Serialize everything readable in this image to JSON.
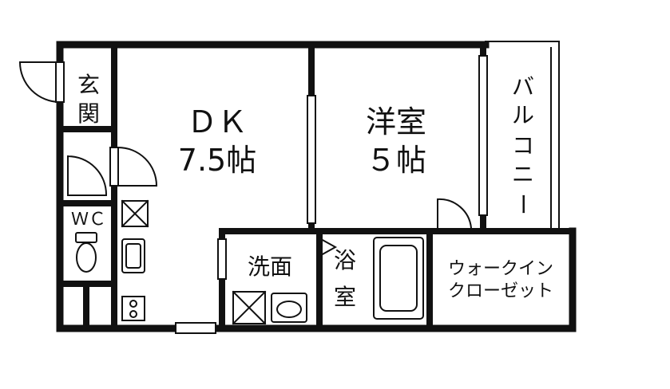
{
  "rooms": {
    "genkan": {
      "line1": "玄",
      "line2": "関"
    },
    "dk": {
      "name": "ＤＫ",
      "size": "7.5帖"
    },
    "youshitsu": {
      "name": "洋室",
      "size": "５帖"
    },
    "balcony": {
      "chars": [
        "バ",
        "ル",
        "コ",
        "ニ",
        "ー"
      ]
    },
    "wc": {
      "label": "ＷＣ"
    },
    "senmen": {
      "label": "洗面"
    },
    "yokushitsu": {
      "line1": "浴",
      "line2": "室"
    },
    "walk_in_closet": {
      "line1": "ウォークイン",
      "line2": "クローゼット"
    }
  },
  "colors": {
    "wall": "#111111",
    "background": "#ffffff"
  }
}
